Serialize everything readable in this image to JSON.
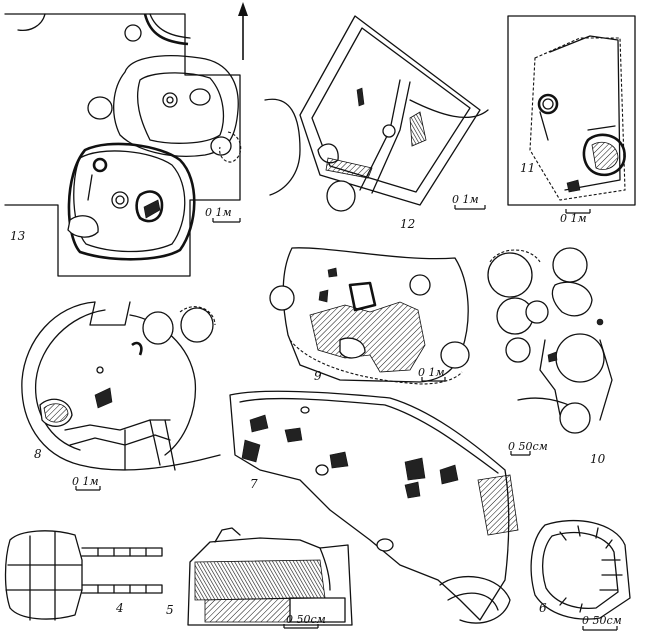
{
  "figures": [
    {
      "number": "13",
      "scale_label": "0  1м"
    },
    {
      "number": "12",
      "scale_label": "0  1м"
    },
    {
      "number": "11",
      "scale_label": "0  1м"
    },
    {
      "number": "9",
      "scale_label": "0  1м"
    },
    {
      "number": "10",
      "scale_label": "0  50см"
    },
    {
      "number": "8",
      "scale_label": "0  1м"
    },
    {
      "number": "7",
      "scale_label": ""
    },
    {
      "number": "4",
      "scale_label": ""
    },
    {
      "number": "5",
      "scale_label": "0  50см"
    },
    {
      "number": "6",
      "scale_label": "0  50см"
    }
  ],
  "north_arrow": "north-arrow"
}
